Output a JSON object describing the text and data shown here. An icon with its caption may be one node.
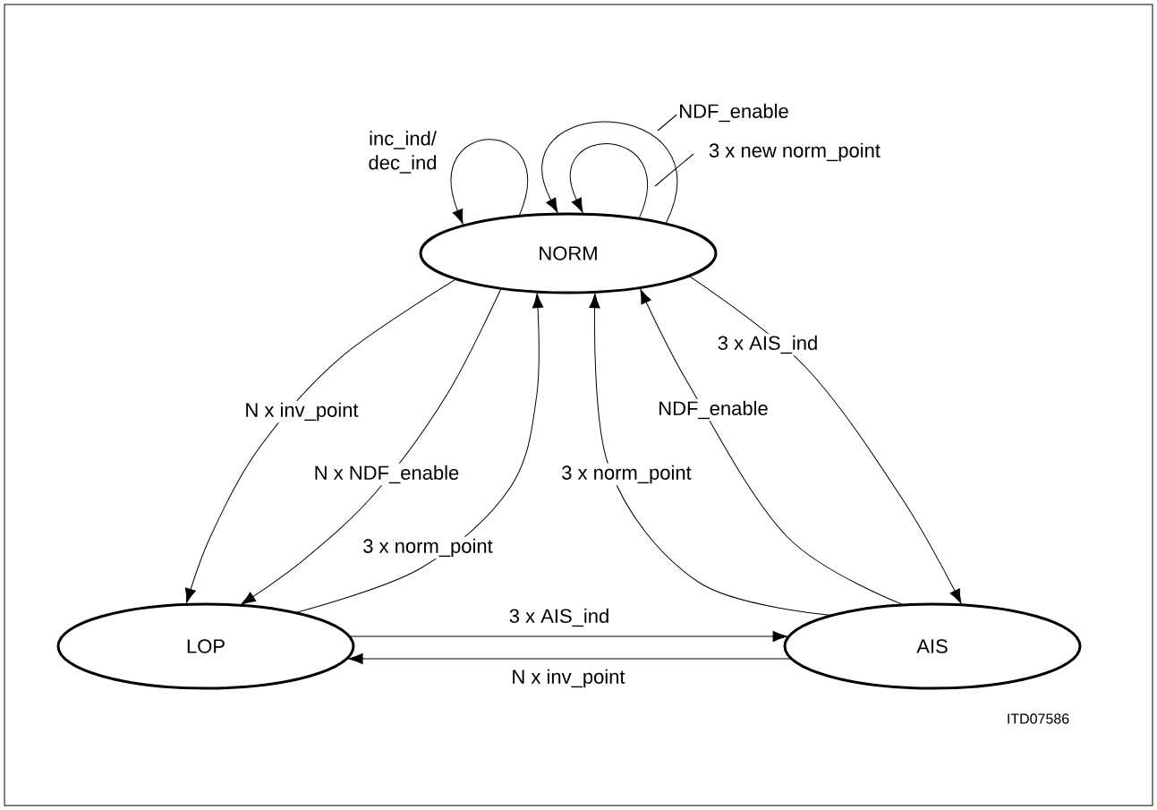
{
  "diagram": {
    "nodes": [
      {
        "text": [
          "NORM"
        ]
      },
      {
        "text": [
          "LOP"
        ]
      },
      {
        "text": [
          "AIS"
        ]
      }
    ],
    "edges": [
      {
        "from": 0,
        "to": 0,
        "arrow": "to",
        "label": "inc_ind/ dec_ind"
      },
      {
        "from": 0,
        "to": 0,
        "arrow": "to",
        "label": "NDF_enable"
      },
      {
        "from": 0,
        "to": 0,
        "arrow": "to",
        "label": "3 x new norm_point"
      },
      {
        "from": 0,
        "to": 1,
        "arrow": "to",
        "label": "N x inv_point"
      },
      {
        "from": 0,
        "to": 1,
        "arrow": "to",
        "label": "N x NDF_enable"
      },
      {
        "from": 1,
        "to": 0,
        "arrow": "to",
        "label": "3 x norm_point"
      },
      {
        "from": 2,
        "to": 0,
        "arrow": "to",
        "label": "3 x norm_point"
      },
      {
        "from": 2,
        "to": 0,
        "arrow": "to",
        "label": "NDF_enable"
      },
      {
        "from": 0,
        "to": 2,
        "arrow": "to",
        "label": "3 x AIS_ind"
      },
      {
        "from": 1,
        "to": 2,
        "arrow": "to",
        "label": "3 x AIS_ind"
      },
      {
        "from": 2,
        "to": 1,
        "arrow": "to",
        "label": "N x inv_point"
      }
    ],
    "labels": [
      "ITD07586"
    ]
  }
}
